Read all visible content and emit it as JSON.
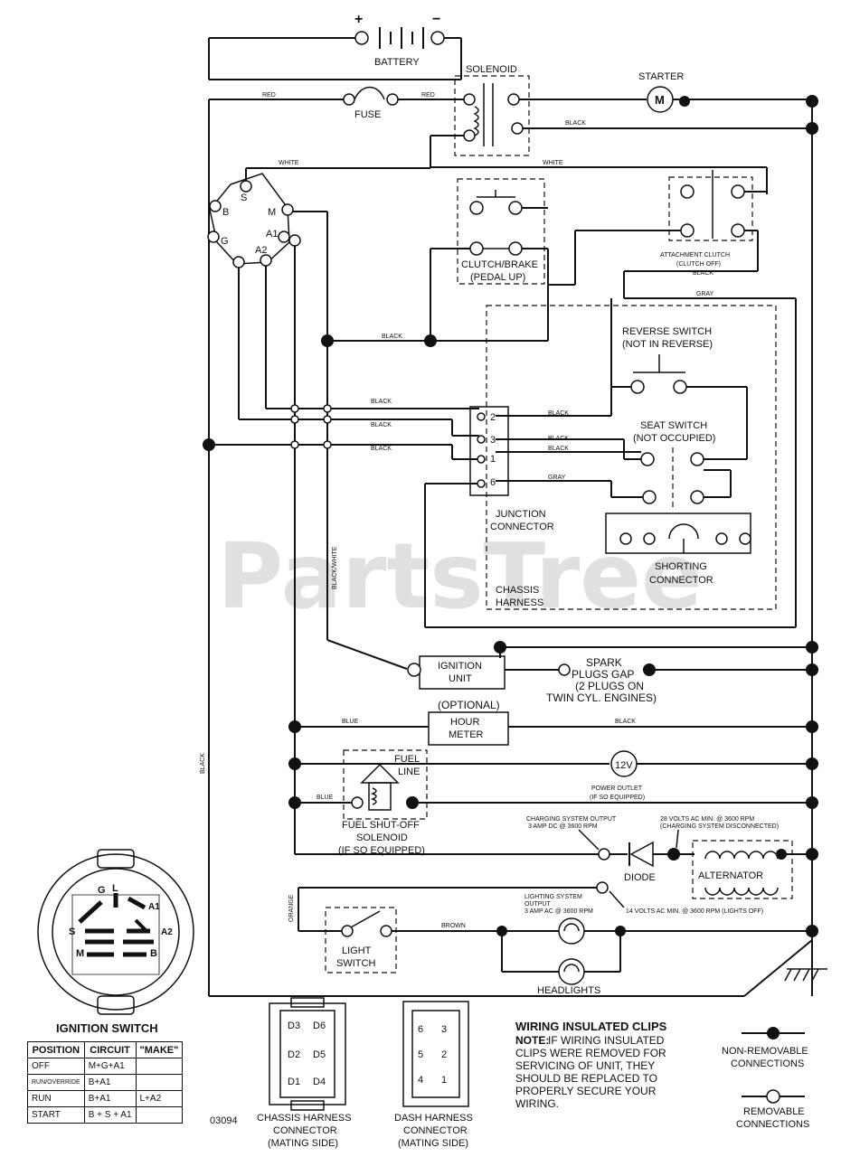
{
  "watermark": "PartsTree",
  "components": {
    "battery": "BATTERY",
    "battery_plus": "+",
    "battery_minus": "−",
    "solenoid": "SOLENOID",
    "starter": "STARTER",
    "starter_symbol": "M",
    "fuse": "FUSE",
    "clutch_brake": [
      "CLUTCH/BRAKE",
      "(PEDAL UP)"
    ],
    "attachment_clutch": [
      "ATTACHMENT CLUTCH",
      "(CLUTCH OFF)"
    ],
    "reverse_switch": [
      "REVERSE SWITCH",
      "(NOT IN REVERSE)"
    ],
    "seat_switch": [
      "SEAT SWITCH",
      "(NOT OCCUPIED)"
    ],
    "junction_connector": [
      "JUNCTION",
      "CONNECTOR"
    ],
    "shorting_connector": [
      "SHORTING",
      "CONNECTOR"
    ],
    "chassis_harness": [
      "CHASSIS",
      "HARNESS"
    ],
    "ignition_unit": [
      "IGNITION",
      "UNIT"
    ],
    "spark_plugs": [
      "SPARK",
      "PLUGS GAP",
      "(2 PLUGS ON",
      "TWIN CYL. ENGINES)"
    ],
    "hour_meter": [
      "(OPTIONAL)",
      "HOUR",
      "METER"
    ],
    "fuel_line": [
      "FUEL",
      "LINE"
    ],
    "power_outlet": [
      "POWER OUTLET",
      "(IF SO EQUIPPED)"
    ],
    "power_outlet_symbol": "12V",
    "fuel_solenoid": [
      "FUEL SHUT-OFF",
      "SOLENOID",
      "(IF SO EQUIPPED)"
    ],
    "diode": "DIODE",
    "alternator": "ALTERNATOR",
    "charging_output": [
      "CHARGING SYSTEM OUTPUT",
      "3 AMP DC @ 3600 RPM"
    ],
    "volts_ac_28": [
      "28 VOLTS AC MIN. @ 3600 RPM",
      "(CHARGING SYSTEM DISCONNECTED)"
    ],
    "lighting_output": [
      "LIGHTING SYSTEM",
      "OUTPUT",
      "3 AMP AC @ 3600 RPM"
    ],
    "volts_ac_14": "14 VOLTS AC MIN. @ 3600 RPM (LIGHTS OFF)",
    "light_switch": [
      "LIGHT",
      "SWITCH"
    ],
    "headlights": "HEADLIGHTS",
    "ignition_terminals": [
      "S",
      "M",
      "B",
      "A1",
      "G",
      "A2"
    ],
    "junction_pins": [
      "2",
      "3",
      "1",
      "6"
    ]
  },
  "wires": {
    "red": "RED",
    "black": "BLACK",
    "white": "WHITE",
    "gray": "GRAY",
    "blue": "BLUE",
    "brown": "BROWN",
    "orange": "ORANGE",
    "black_white": "BLACK/WHITE"
  },
  "ignition_switch": {
    "title": "IGNITION SWITCH",
    "face_labels": [
      "G",
      "L",
      "A1",
      "S",
      "A2",
      "M",
      "B"
    ],
    "headers": [
      "POSITION",
      "CIRCUIT",
      "\"MAKE\""
    ],
    "rows": [
      [
        "OFF",
        "M+G+A1",
        ""
      ],
      [
        "RUN/OVERRIDE",
        "B+A1",
        ""
      ],
      [
        "RUN",
        "B+A1",
        "L+A2"
      ],
      [
        "START",
        "B + S + A1",
        ""
      ]
    ]
  },
  "part_code": "03094",
  "chassis_harness_connector": {
    "label": [
      "CHASSIS HARNESS",
      "CONNECTOR",
      "(MATING SIDE)"
    ],
    "pins": [
      "D3",
      "D6",
      "D2",
      "D5",
      "D1",
      "D4"
    ]
  },
  "dash_harness_connector": {
    "label": [
      "DASH HARNESS",
      "CONNECTOR",
      "(MATING SIDE)"
    ],
    "pins": [
      "6",
      "3",
      "5",
      "2",
      "4",
      "1"
    ]
  },
  "notes": {
    "title": "WIRING INSULATED CLIPS",
    "note_label": "NOTE:",
    "lines": [
      " IF WIRING INSULATED",
      "CLIPS WERE REMOVED FOR",
      "SERVICING OF UNIT, THEY",
      "SHOULD BE REPLACED TO",
      "PROPERLY SECURE YOUR",
      "WIRING."
    ]
  },
  "legend": {
    "non_removable": [
      "NON-REMOVABLE",
      "CONNECTIONS"
    ],
    "removable": [
      "REMOVABLE",
      "CONNECTIONS"
    ]
  }
}
